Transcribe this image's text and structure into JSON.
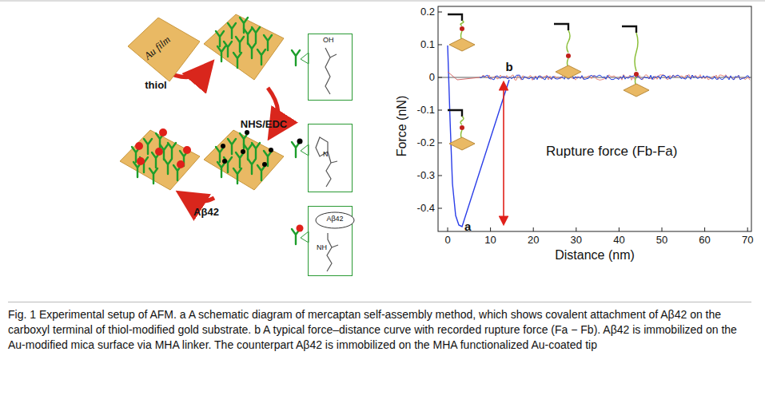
{
  "diagram": {
    "caption": "Fig. 1 Experimental setup of AFM. a A schematic diagram of mercaptan self-assembly method, which shows covalent attachment of Aβ42 on the carboxyl terminal of thiol-modified gold substrate. b A typical force–distance curve with recorded rupture force (Fa − Fb). Aβ42 is immobilized on the Au-modified mica surface via MHA linker. The counterpart Aβ42 is immobilized on the MHA functionalized Au-coated tip",
    "nodes": [
      {
        "text": [
          "Au film"
        ]
      },
      {
        "text": [
          "OH"
        ]
      },
      {
        "text": [
          "N"
        ]
      },
      {
        "text": [
          "NH"
        ]
      },
      {
        "text": [
          "Aβ42"
        ],
        "in": 3
      }
    ],
    "labels": [
      "thiol",
      "NHS/EDC",
      "Aβ42",
      "0.2",
      "0.1",
      "0",
      "-0.1",
      "-0.2",
      "-0.3",
      "-0.4",
      "Force (nN)",
      "0",
      "10",
      "20",
      "30",
      "40",
      "50",
      "60",
      "70",
      "Distance (nm)",
      "a",
      "b",
      "Rupture force (Fb-Fa)"
    ]
  }
}
